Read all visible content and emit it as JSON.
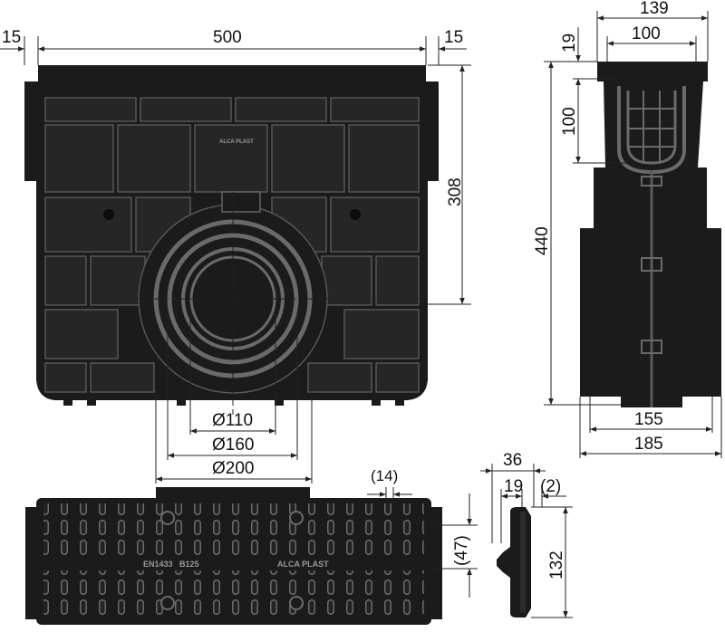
{
  "front_view": {
    "dim_left_margin": "15",
    "dim_width": "500",
    "dim_right_margin": "15",
    "dim_height": "308",
    "dim_d110": "Ø110",
    "dim_d160": "Ø160",
    "dim_d200": "Ø200",
    "logo_text": "ALCA PLAST"
  },
  "side_view": {
    "dim_top_width": "139",
    "dim_inner_width": "100",
    "dim_frame": "19",
    "dim_inner_depth": "100",
    "dim_total_height": "440",
    "dim_base_inner": "155",
    "dim_base_outer": "185"
  },
  "grate_top": {
    "dim_slot": "(14)",
    "dim_side": "(47)",
    "marking_left": "EN1433",
    "marking_class": "B125",
    "logo_text": "ALCA PLAST"
  },
  "grate_section": {
    "dim_total": "36",
    "dim_grate": "19",
    "dim_gap": "(2)",
    "dim_height": "132"
  },
  "colors": {
    "product": "#1b1b1b",
    "edge_highlight": "#5a5a5a",
    "dimension_line": "#222222"
  }
}
